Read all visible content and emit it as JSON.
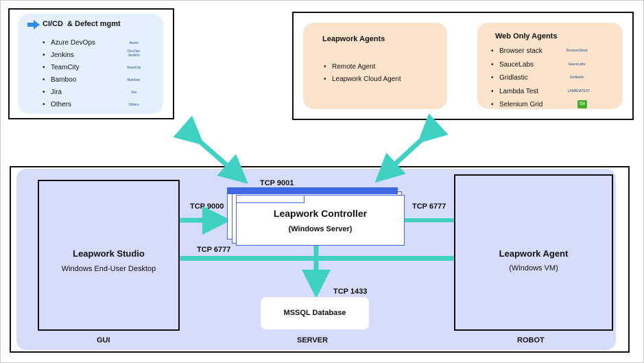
{
  "colors": {
    "arrow": "#3fd1c4",
    "bottom_panel": "#d6dcfb",
    "cicd_panel": "#e4f1fd",
    "agents_panel": "#fbe3cc",
    "controller_bar": "#4169e1",
    "arrow_icon": "#2f8fe8"
  },
  "cicd": {
    "title": "CI/CD  & Defect mgmt",
    "icon": "right-arrow-icon",
    "items": [
      {
        "label": "Azure  DevOps",
        "logo": "Azure DevOps"
      },
      {
        "label": "Jenkins",
        "logo": "Jenkins"
      },
      {
        "label": "TeamCity",
        "logo": "TeamCity"
      },
      {
        "label": "Bamboo",
        "logo": "Bamboo"
      },
      {
        "label": "Jira",
        "logo": "Jira"
      },
      {
        "label": "Others",
        "logo": "Others"
      }
    ]
  },
  "agents": {
    "title": "Leapwork Agents",
    "items": [
      "Remote Agent",
      "Leapwork Cloud Agent"
    ]
  },
  "web_agents": {
    "title": "Web Only Agents",
    "items": [
      {
        "label": "Browser stack",
        "logo": "BrowserStack"
      },
      {
        "label": "SauceLabs",
        "logo": "SauceLabs"
      },
      {
        "label": "Gridlastic",
        "logo": "Gridlastic"
      },
      {
        "label": "Lambda Test",
        "logo": "LAMBDATEST"
      },
      {
        "label": "Selenium Grid",
        "logo": "Se"
      }
    ]
  },
  "studio": {
    "title": "Leapwork Studio",
    "subtitle": "Windows End-User Desktop"
  },
  "controller": {
    "title": "Leapwork Controller",
    "subtitle": "(Windows Server)"
  },
  "agent": {
    "title": "Leapwork Agent",
    "subtitle": "(Windows VM)"
  },
  "database": {
    "title": "MSSQL Database"
  },
  "ports": {
    "tcp_9001": "TCP 9001",
    "tcp_9000": "TCP 9000",
    "tcp_6777_left": "TCP 6777",
    "tcp_6777_right": "TCP 6777",
    "tcp_1433": "TCP 1433"
  },
  "sections": {
    "gui": "GUI",
    "server": "SERVER",
    "robot": "ROBOT"
  }
}
